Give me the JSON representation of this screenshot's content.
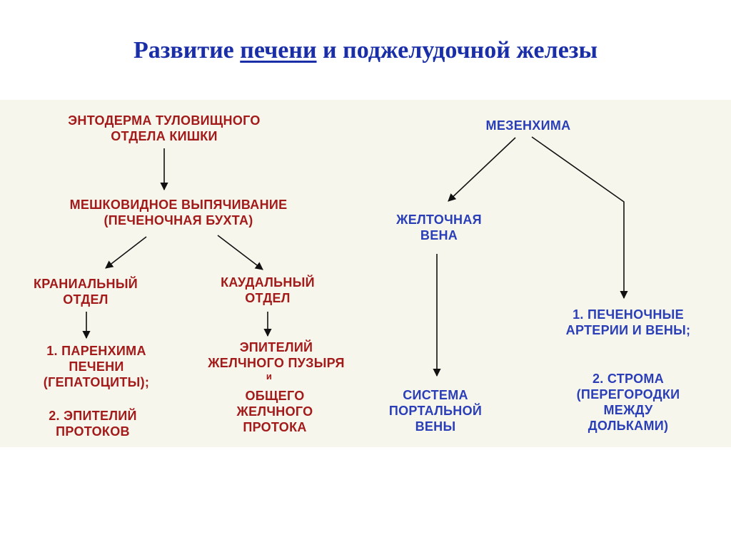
{
  "title": {
    "part1": "Развитие ",
    "part2": "печени",
    "part3": " и поджелудочной железы"
  },
  "colors": {
    "title": "#1a2ea8",
    "red_nodes": "#a31a1a",
    "blue_nodes": "#2a3eb8",
    "panel_bg": "#f7f6ec",
    "arrow": "#111111"
  },
  "nodes": {
    "entoderm": "ЭНТОДЕРМА ТУЛОВИЩНОГО\nОТДЕЛА КИШКИ",
    "pouch": "МЕШКОВИДНОЕ ВЫПЯЧИВАНИЕ\n(ПЕЧЕНОЧНАЯ БУХТА)",
    "cranial": "КРАНИАЛЬНЫЙ\nОТДЕЛ",
    "caudal": "КАУДАЛЬНЫЙ\nОТДЕЛ",
    "parenchyma": "1. ПАРЕНХИМА\nПЕЧЕНИ\n(ГЕПАТОЦИТЫ);",
    "duct_epithelium": "2. ЭПИТЕЛИЙ\nПРОТОКОВ",
    "gallbladder": "ЭПИТЕЛИЙ\nЖЕЛЧНОГО ПУЗЫРЯ",
    "and": "и",
    "common_duct": "ОБЩЕГО\nЖЕЛЧНОГО\nПРОТОКА",
    "mesenchyme": "МЕЗЕНХИМА",
    "yolk_vein": "ЖЕЛТОЧНАЯ\nВЕНА",
    "portal_system": "СИСТЕМА\nПОРТАЛЬНОЙ\nВЕНЫ",
    "hepatic_vessels": "1. ПЕЧЕНОЧНЫЕ\nАРТЕРИИ И ВЕНЫ;",
    "stroma": "2. СТРОМА\n(ПЕРЕГОРОДКИ\nМЕЖДУ\nДОЛЬКАМИ)"
  }
}
